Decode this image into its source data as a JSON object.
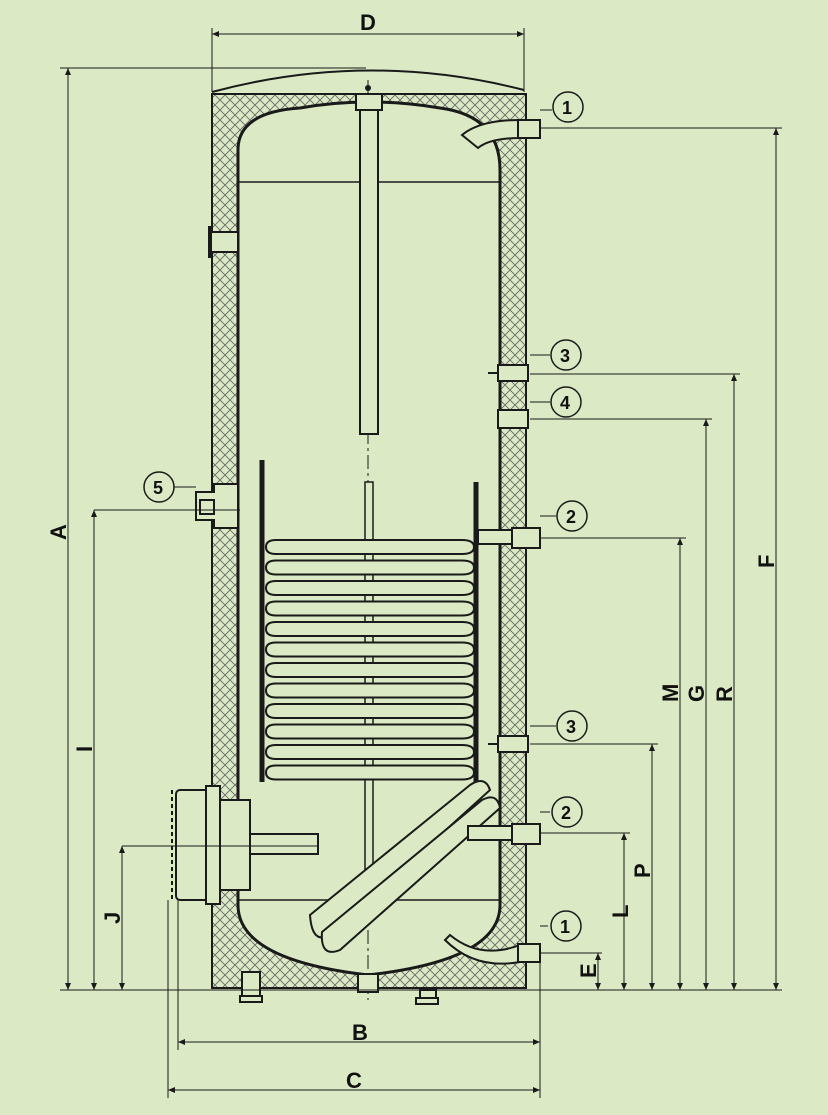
{
  "colors": {
    "background": "#dbeac4",
    "line": "#1a1a1a",
    "insulation_hatch": "#6a6a6a",
    "tank_fill": "#dbeac4"
  },
  "dimensions": {
    "A": "A",
    "B": "B",
    "C": "C",
    "D": "D",
    "E": "E",
    "F": "F",
    "G": "G",
    "I": "I",
    "J": "J",
    "L": "L",
    "M": "M",
    "P": "P",
    "R": "R"
  },
  "connections": {
    "top_outlet": "1",
    "bottom_inlet": "1",
    "coil_upper": "2",
    "coil_lower": "2",
    "sensor_upper": "3",
    "sensor_lower": "3",
    "recirculation": "4",
    "thermometer": "5"
  }
}
